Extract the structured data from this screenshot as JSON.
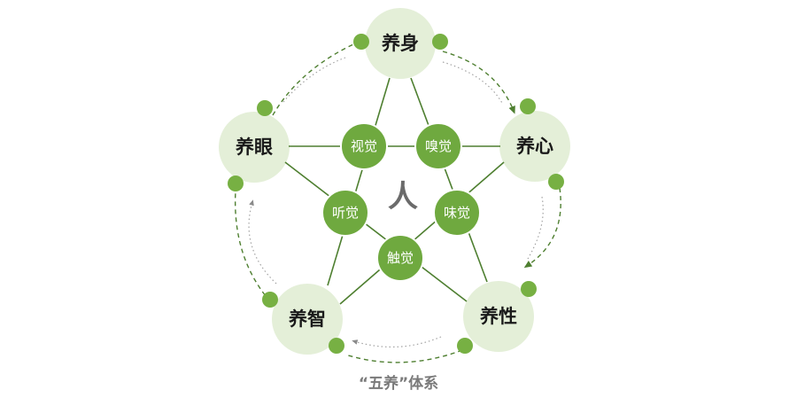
{
  "diagram": {
    "caption": "“五养”体系",
    "center": "人",
    "outer_nodes": [
      "养身",
      "养心",
      "养性",
      "养智",
      "养眼"
    ],
    "inner_nodes": [
      "视觉",
      "嗅觉",
      "味觉",
      "触觉",
      "听觉"
    ]
  },
  "colors": {
    "big_circle": "#e4efd8",
    "inner_circle": "#6fa93f",
    "accent_dot": "#77b043",
    "line": "#4e7f30",
    "dashed_arc": "#4e7f30",
    "dotted_arc": "#a3a3a3"
  }
}
